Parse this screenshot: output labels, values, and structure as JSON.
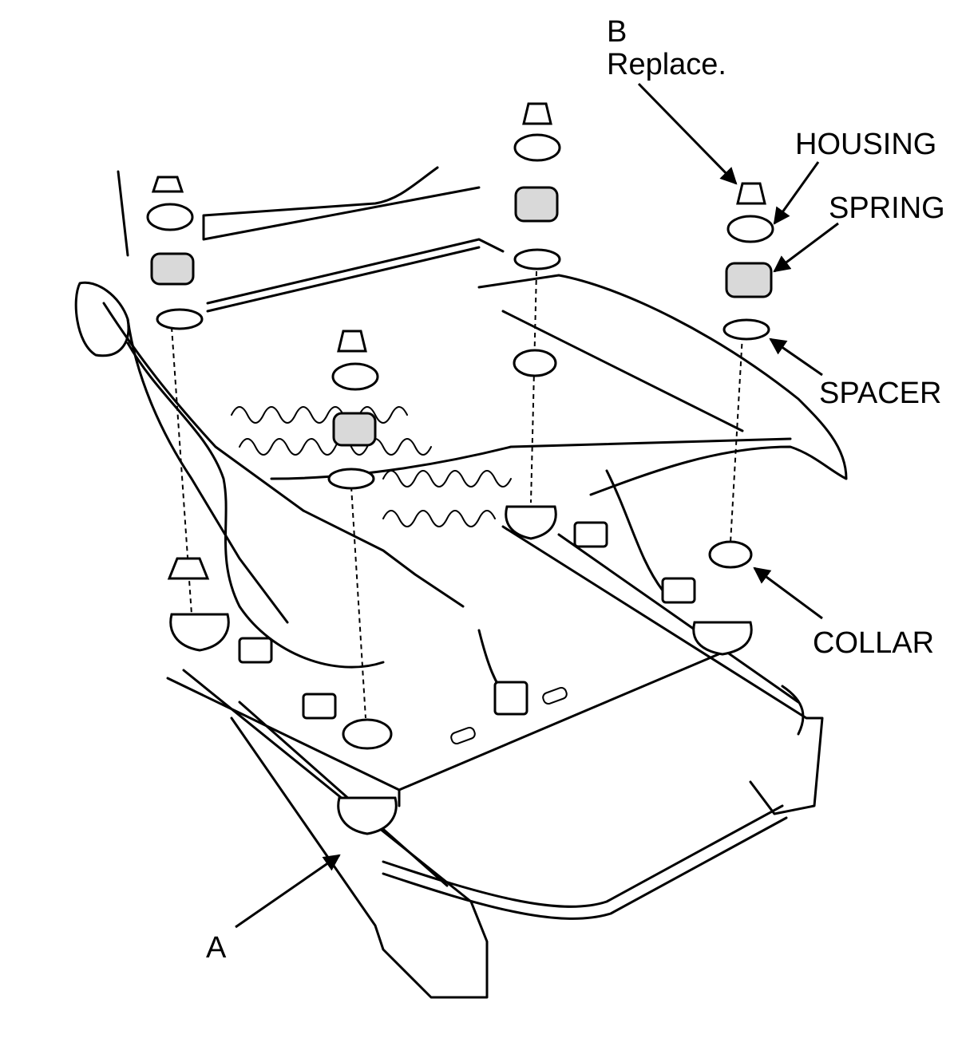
{
  "labels": {
    "b": "B",
    "b_note": "Replace.",
    "housing": "HOUSING",
    "spring": "SPRING",
    "spacer": "SPACER",
    "collar": "COLLAR",
    "a": "A"
  }
}
